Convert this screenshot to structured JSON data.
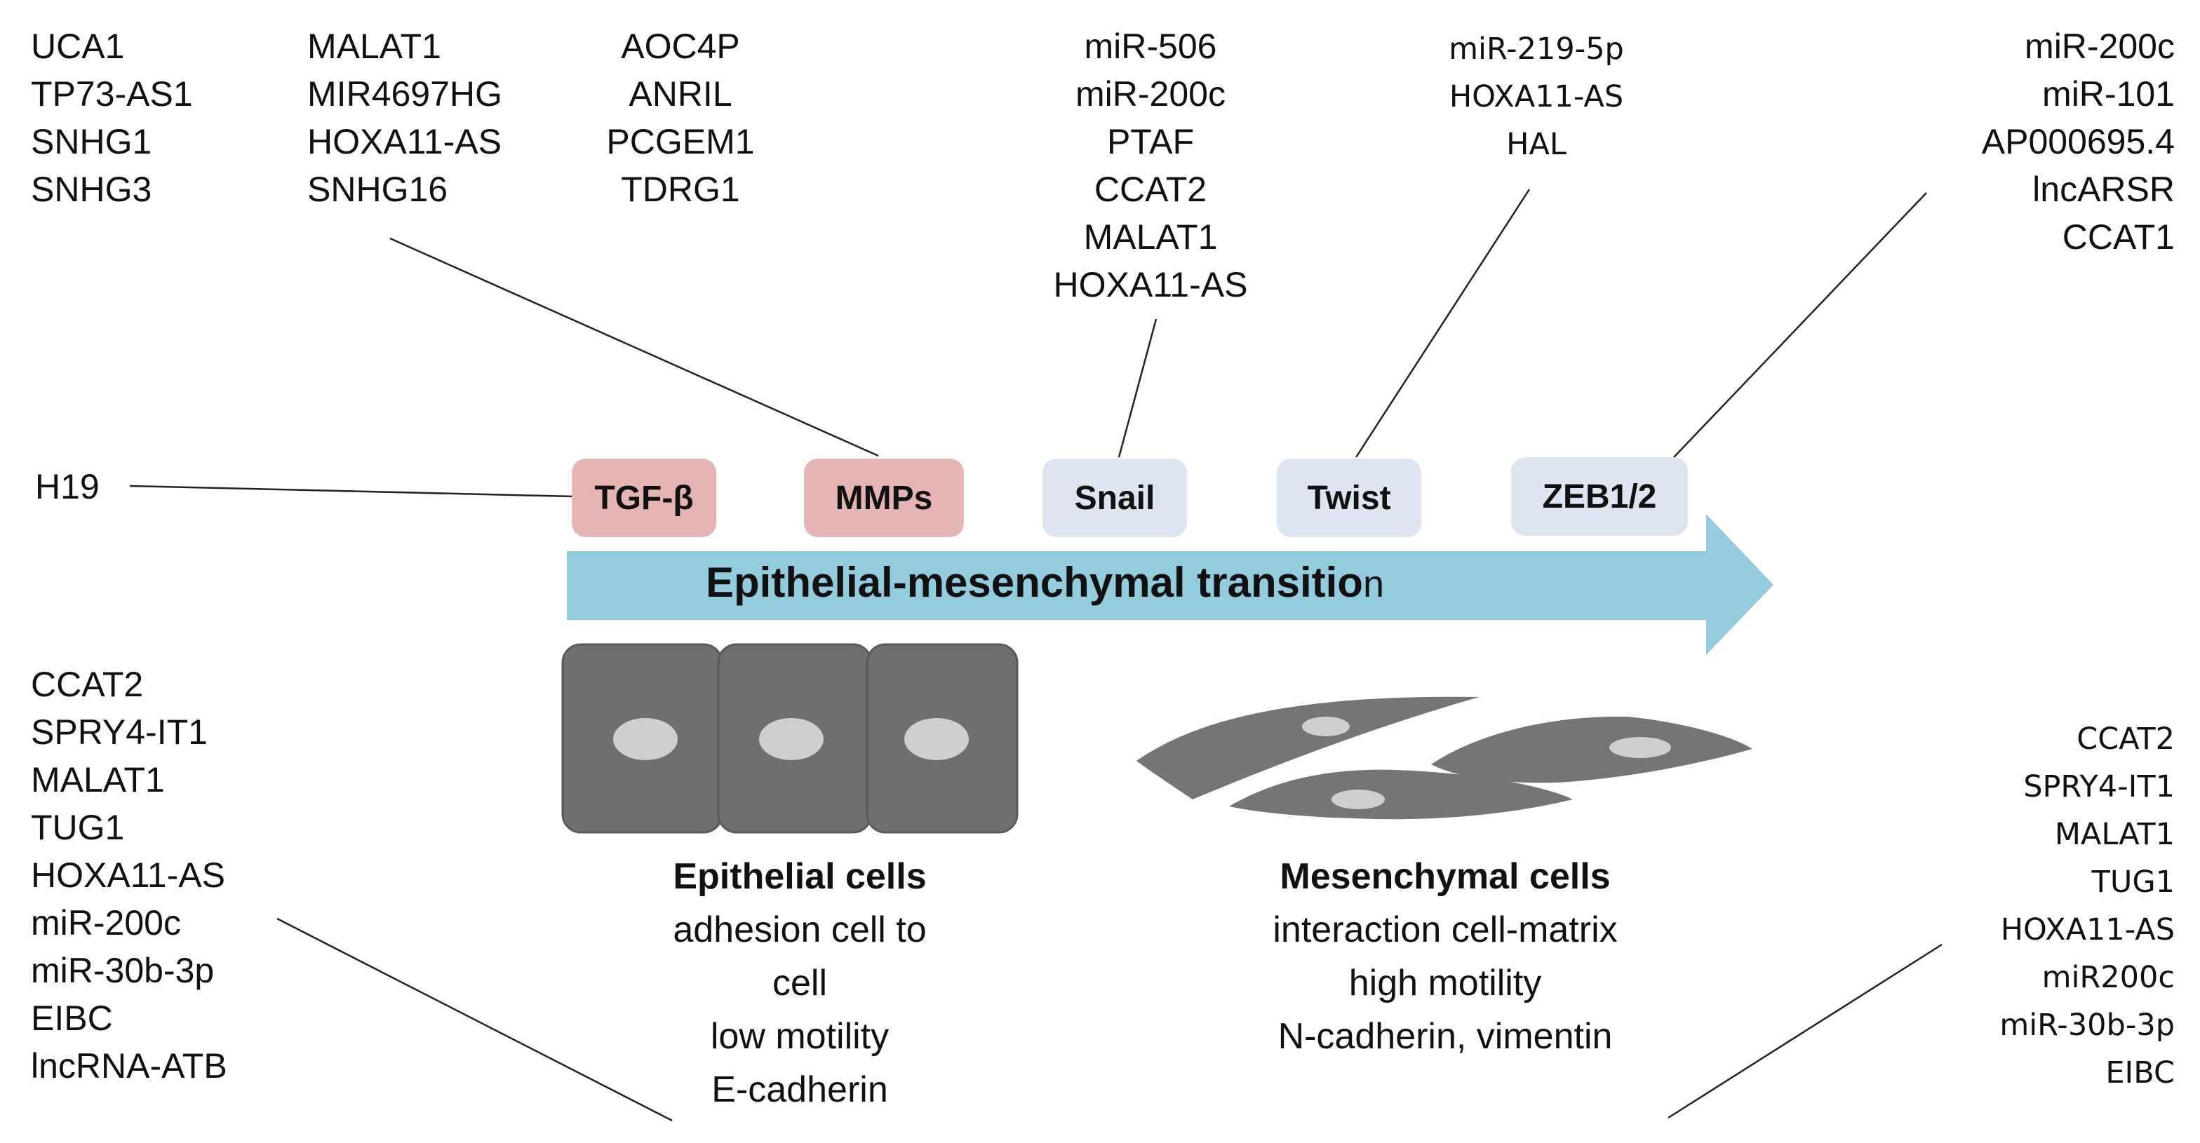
{
  "top_lists": {
    "col1": [
      "UCA1",
      "TP73-AS1",
      "SNHG1",
      "SNHG3"
    ],
    "col2": [
      "MALAT1",
      "MIR4697HG",
      "HOXA11-AS",
      "SNHG16"
    ],
    "col3": [
      "AOC4P",
      "ANRIL",
      "PCGEM1",
      "TDRG1"
    ],
    "snail": [
      "miR-506",
      "miR-200c",
      "PTAF",
      "CCAT2",
      "MALAT1",
      "HOXA11-AS"
    ],
    "twist": [
      "miR-219-5p",
      "HOXA11-AS",
      "HAL"
    ],
    "zeb": [
      "miR-200c",
      "miR-101",
      "AP000695.4",
      "lncARSR",
      "CCAT1"
    ]
  },
  "h19": "H19",
  "factors": {
    "tgf": "TGF-β",
    "mmps": "MMPs",
    "snail": "Snail",
    "twist": "Twist",
    "zeb": "ZEB1/2"
  },
  "arrow_label_main": "Epithelial-mesenchymal transitio",
  "arrow_label_end": "n",
  "epithelial": {
    "title": "Epithelial cells",
    "lines": [
      "adhesion cell to",
      "cell",
      "low motility",
      "E-cadherin"
    ]
  },
  "mesenchymal": {
    "title": "Mesenchymal cells",
    "lines": [
      "interaction cell-matrix",
      "high motility",
      "N-cadherin, vimentin"
    ]
  },
  "bottom_left_list": [
    "CCAT2",
    "SPRY4-IT1",
    "MALAT1",
    "TUG1",
    "HOXA11-AS",
    "miR-200c",
    "miR-30b-3p",
    "EIBC",
    "lncRNA-ATB"
  ],
  "bottom_right_list": [
    "CCAT2",
    "SPRY4-IT1",
    "MALAT1",
    "TUG1",
    "HOXA11-AS",
    "miR200c",
    "miR-30b-3p",
    "EIBC"
  ],
  "colors": {
    "arrow": "#93ccdc",
    "pink_box": "#e5b4b4",
    "blue_box": "#dde6f0",
    "cell_dark": "#6f6f6f",
    "nucleus": "#cfcfcf"
  }
}
